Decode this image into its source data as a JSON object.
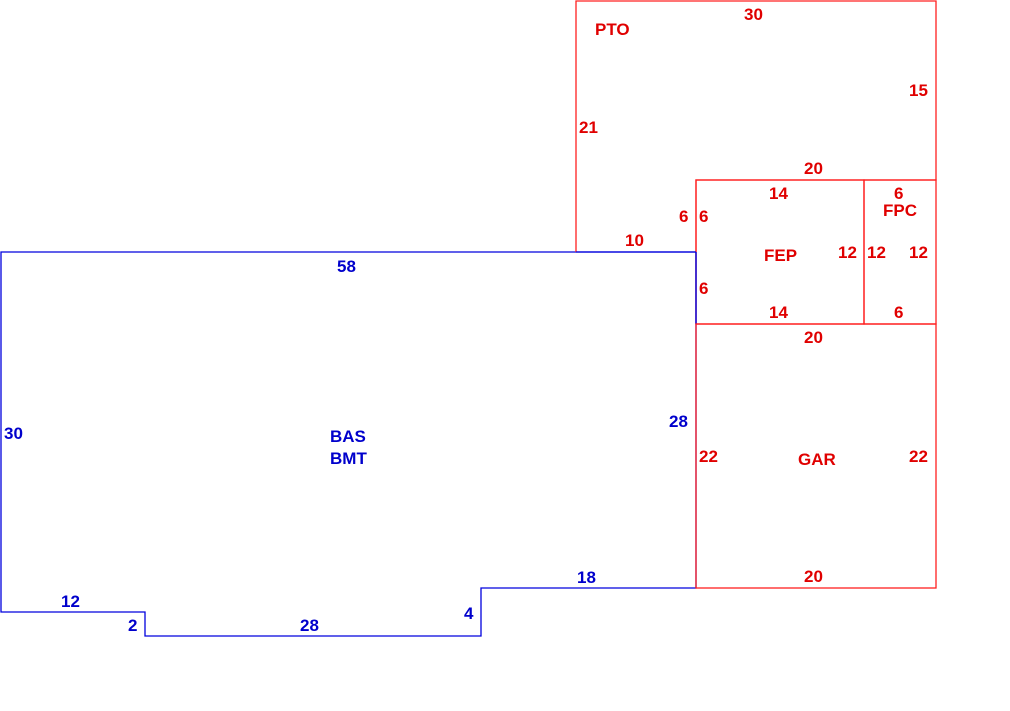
{
  "colors": {
    "main_area": "#0000cc",
    "additions": "#e00000"
  },
  "areas": {
    "bas": {
      "code": "BAS",
      "code2": "BMT",
      "dims": [
        "58",
        "30",
        "12",
        "2",
        "28",
        "4",
        "18",
        "28"
      ]
    },
    "pto": {
      "code": "PTO",
      "dims": [
        "30",
        "15",
        "21",
        "20",
        "10",
        "6"
      ]
    },
    "fep": {
      "code": "FEP",
      "dims": [
        "14",
        "6",
        "12",
        "6",
        "14"
      ]
    },
    "fpc": {
      "code": "FPC",
      "dims": [
        "6",
        "12",
        "12",
        "6"
      ]
    },
    "gar": {
      "code": "GAR",
      "dims": [
        "20",
        "22",
        "22",
        "20"
      ]
    }
  }
}
